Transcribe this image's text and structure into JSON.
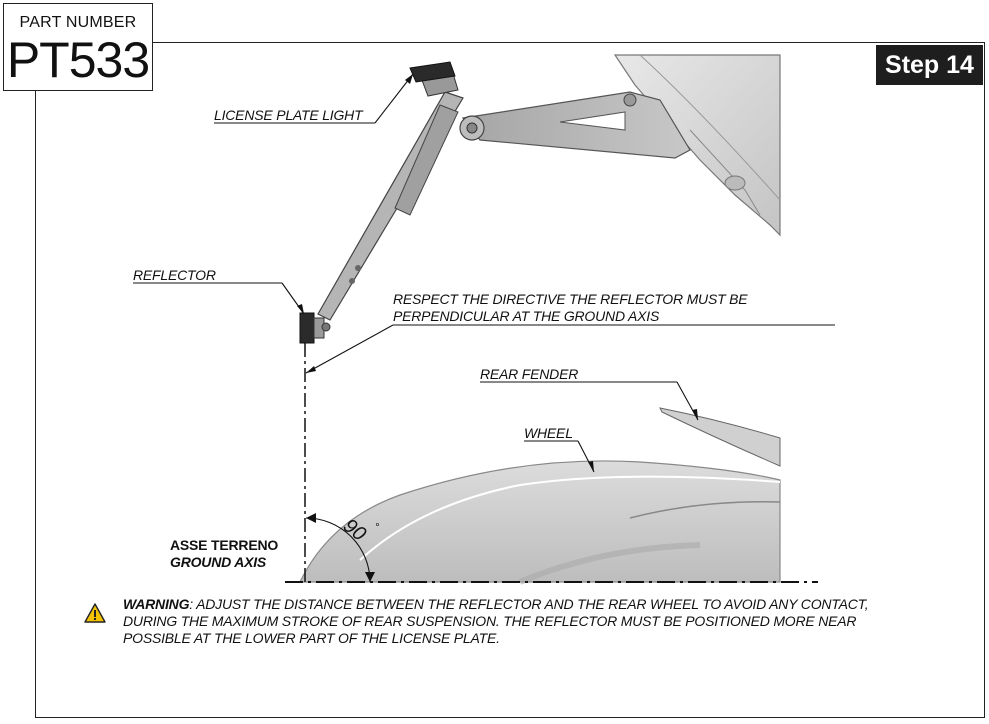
{
  "header": {
    "part_label": "PART NUMBER",
    "part_number": "PT533",
    "step": "Step 14"
  },
  "callouts": {
    "license_plate_light": "LICENSE PLATE LIGHT",
    "reflector": "REFLECTOR",
    "directive_line1": "RESPECT THE DIRECTIVE THE REFLECTOR MUST BE",
    "directive_line2": "PERPENDICULAR AT THE GROUND AXIS",
    "rear_fender": "REAR FENDER",
    "wheel": "WHEEL",
    "angle": "90",
    "angle_unit": "°",
    "asse_terreno": "ASSE TERRENO",
    "ground_axis": "GROUND AXIS"
  },
  "warning": {
    "icon": "warning-triangle-icon",
    "head": "WARNING",
    "line1": ": ADJUST THE DISTANCE BETWEEN THE REFLECTOR AND THE REAR WHEEL TO AVOID ANY CONTACT,",
    "line2": "DURING THE MAXIMUM STROKE OF REAR SUSPENSION. THE REFLECTOR MUST BE POSITIONED MORE NEAR",
    "line3": "POSSIBLE AT THE LOWER PART OF THE LICENSE PLATE."
  },
  "colors": {
    "step_bg": "#1e1e1e",
    "warning_yellow": "#f2c200"
  }
}
